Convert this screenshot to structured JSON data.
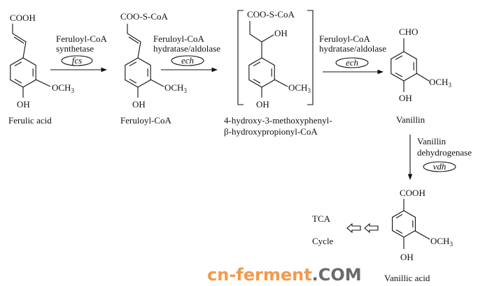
{
  "compounds": {
    "ferulic_acid": {
      "name": "Ferulic acid",
      "top_group": "COOH",
      "methoxy": "OCH",
      "methoxy_sub": "3",
      "hydroxy": "OH"
    },
    "feruloyl_coa": {
      "name": "Feruloyl-CoA",
      "top_group": "COO-S-CoA",
      "methoxy": "OCH",
      "methoxy_sub": "3",
      "hydroxy": "OH"
    },
    "intermediate": {
      "name_line1": "4-hydroxy-3-methoxyphenyl-",
      "name_line2": "β-hydroxypropionyl-CoA",
      "top_group": "COO-S-CoA",
      "side_hydroxy": "OH",
      "methoxy": "OCH",
      "methoxy_sub": "3",
      "hydroxy": "OH"
    },
    "vanillin": {
      "name": "Vanillin",
      "top_group": "CHO",
      "methoxy": "OCH",
      "methoxy_sub": "3",
      "hydroxy": "OH"
    },
    "vanillic_acid": {
      "name": "Vanillic acid",
      "top_group": "COOH",
      "methoxy": "OCH",
      "methoxy_sub": "3",
      "hydroxy": "OH"
    }
  },
  "steps": [
    {
      "enzyme_line1": "Feruloyl-CoA",
      "enzyme_line2": "synthetase",
      "gene": "fcs"
    },
    {
      "enzyme_line1": "Feruloyl-CoA",
      "enzyme_line2": "hydratase/aldolase",
      "gene": "ech"
    },
    {
      "enzyme_line1": "Feruloyl-CoA",
      "enzyme_line2": "hydratase/aldolase",
      "gene": "ech"
    },
    {
      "enzyme_line1": "Vanillin",
      "enzyme_line2": "dehydrogenase",
      "gene": "vdh"
    }
  ],
  "tca": {
    "line1": "TCA",
    "line2": "Cycle"
  },
  "watermark": {
    "part1": "cn-ferment",
    "part2": ".COM"
  }
}
